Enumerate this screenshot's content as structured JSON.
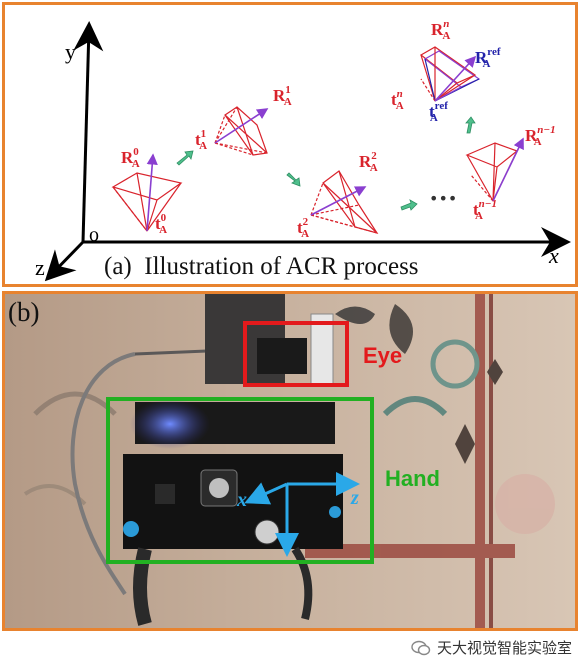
{
  "panel_a": {
    "caption_label": "(a)",
    "caption_text": "Illustration of ACR process",
    "axes": {
      "x": "x",
      "y": "y",
      "z": "z",
      "origin": "o"
    },
    "ellipsis": "•••",
    "poses": [
      {
        "R_base": "R",
        "R_sub": "A",
        "R_sup": "0",
        "t_base": "t",
        "t_sub": "A",
        "t_sup": "0"
      },
      {
        "R_base": "R",
        "R_sub": "A",
        "R_sup": "1",
        "t_base": "t",
        "t_sub": "A",
        "t_sup": "1"
      },
      {
        "R_base": "R",
        "R_sub": "A",
        "R_sup": "2",
        "t_base": "t",
        "t_sub": "A",
        "t_sup": "2"
      },
      {
        "R_base": "R",
        "R_sub": "A",
        "R_sup": "n−1",
        "t_base": "t",
        "t_sub": "A",
        "t_sup": "n−1"
      },
      {
        "R_base": "R",
        "R_sub": "A",
        "R_sup": "n",
        "t_base": "t",
        "t_sub": "A",
        "t_sup": "n"
      }
    ],
    "reference": {
      "R_base": "R",
      "R_sub": "A",
      "R_sup": "ref",
      "t_base": "t",
      "t_sub": "A",
      "t_sup": "ref"
    }
  },
  "panel_b": {
    "label": "(b)",
    "eye_label": "Eye",
    "hand_label": "Hand",
    "axis_x": "x",
    "axis_z": "z"
  },
  "colors": {
    "frame_border": "#e8832f",
    "pose_red": "#d9232c",
    "rotation_arrow": "#8a3fd0",
    "reference_blue": "#2222aa",
    "step_arrow": "#4fbf8c",
    "eye_box": "#e31a1c",
    "hand_box": "#22b022",
    "camera_axis": "#2aa8e8"
  },
  "watermark": {
    "text": "天大视觉智能实验室",
    "icon": "wechat-icon"
  }
}
